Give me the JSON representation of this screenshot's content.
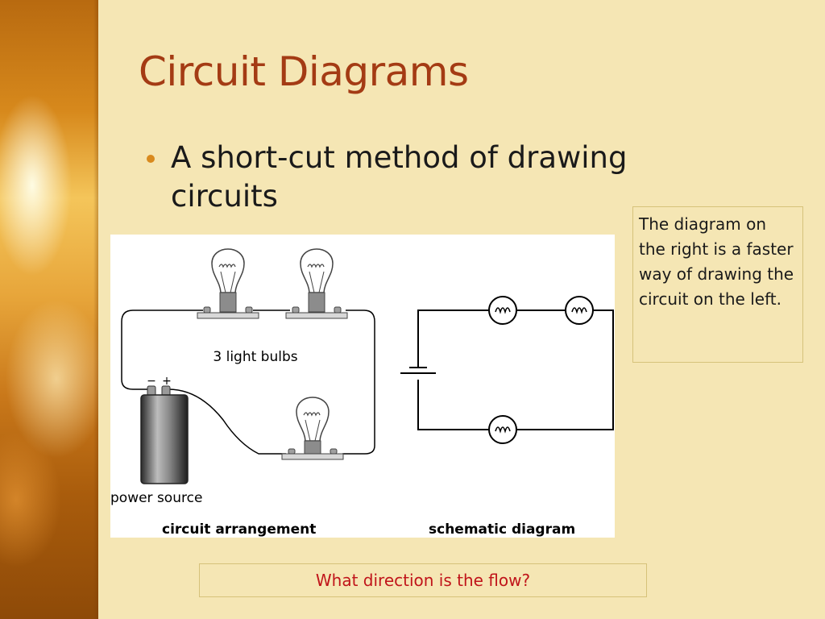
{
  "slide": {
    "title": "Circuit Diagrams",
    "bullet": "A short-cut method of drawing circuits",
    "note": "The diagram on the right is a faster way of drawing the circuit on the left.",
    "question": "What direction is the flow?"
  },
  "figure": {
    "bulbs_label": "3 light bulbs",
    "battery_minus": "−",
    "battery_plus": "+",
    "power_label": "power source",
    "left_caption": "circuit arrangement",
    "right_caption": "schematic diagram"
  },
  "colors": {
    "title": "#a43b14",
    "question": "#c0141a",
    "background": "#f5e6b4",
    "bullet": "#d98a1e"
  }
}
